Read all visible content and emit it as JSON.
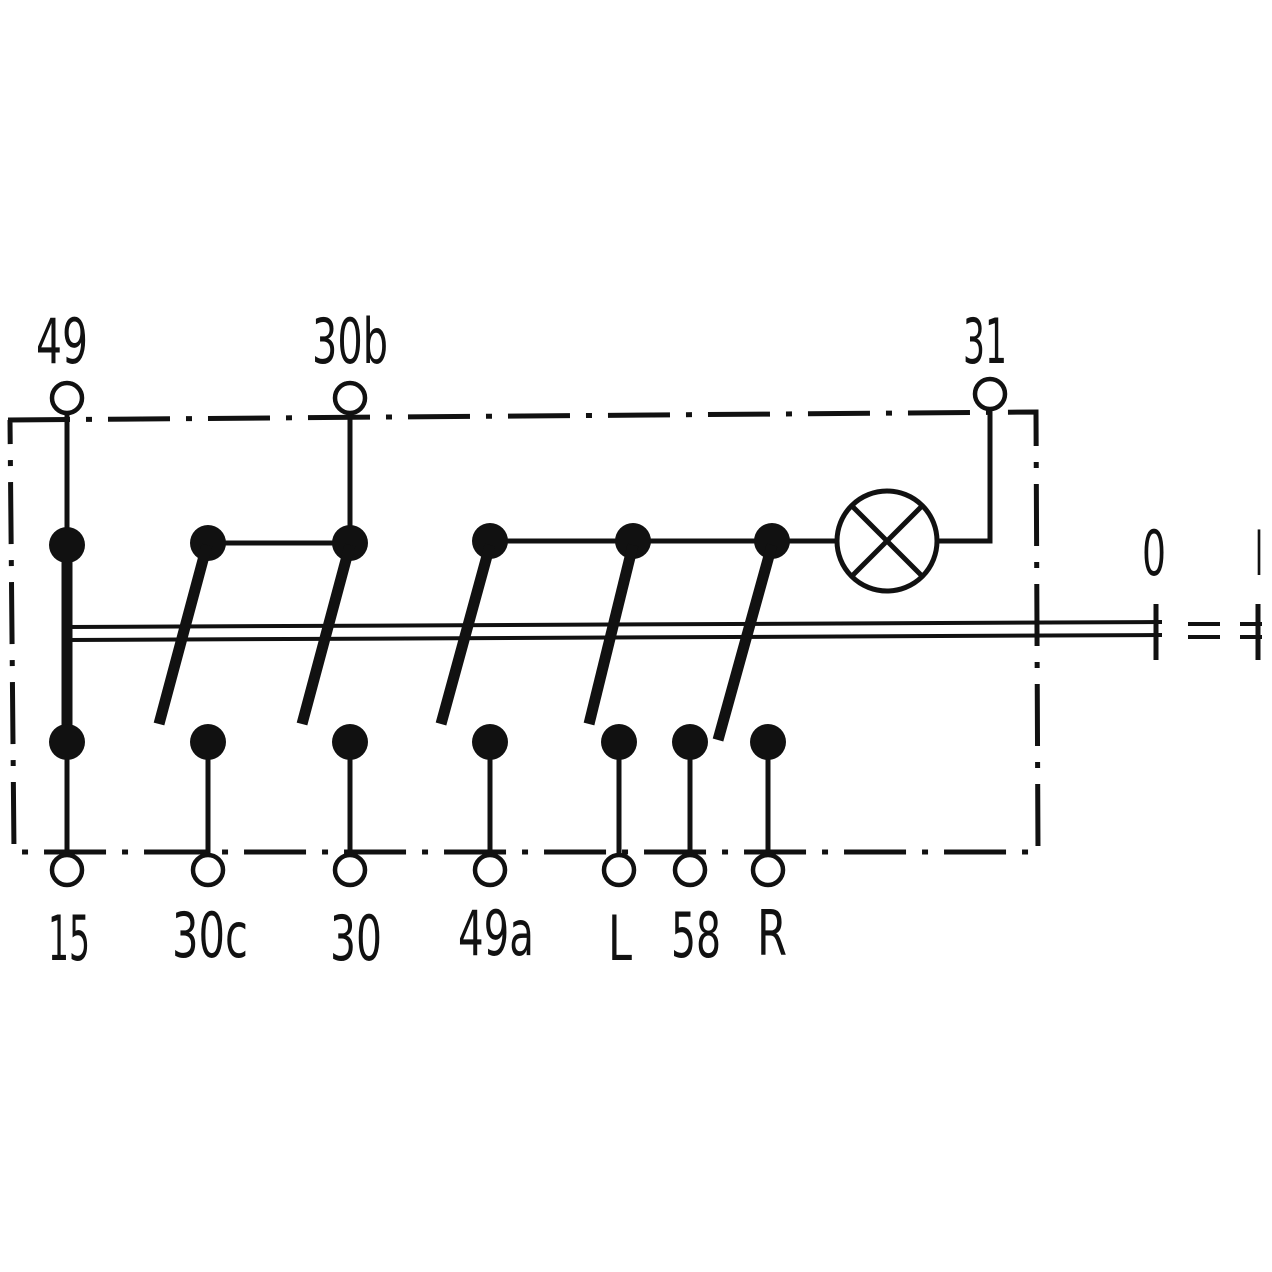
{
  "top_terminals": [
    "49",
    "30b",
    "31"
  ],
  "bottom_terminals": [
    "15",
    "30c",
    "30",
    "49a",
    "L",
    "58",
    "R"
  ],
  "switch_positions": [
    "0",
    "I"
  ],
  "colors": {
    "ink": "#111111",
    "background": "#ffffff"
  }
}
